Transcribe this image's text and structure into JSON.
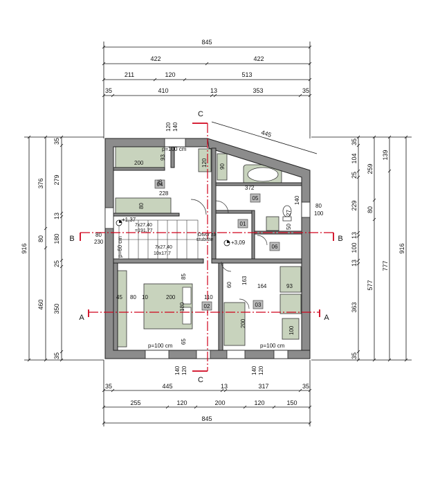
{
  "colors": {
    "wall": "#8c8c8c",
    "wall_dark": "#3a3a3a",
    "furniture": "#c8d3bd",
    "section_line": "#d0021b",
    "dim_line": "#111111"
  },
  "top_dims": {
    "overall": "845",
    "halves": [
      "422",
      "422"
    ],
    "row3": [
      "211",
      "120",
      "513"
    ],
    "row4": [
      "35",
      "410",
      "13",
      "353",
      "35"
    ]
  },
  "bottom_dims": {
    "row1": [
      "35",
      "445",
      "13",
      "317",
      "35"
    ],
    "row2": [
      "255",
      "120",
      "200",
      "120",
      "150"
    ],
    "overall": "845"
  },
  "left_dims": {
    "overall": "916",
    "col2": [
      "376",
      "80",
      "460"
    ],
    "col3": [
      "35",
      "279",
      "13",
      "180",
      "25",
      "350",
      "35"
    ]
  },
  "right_dims": {
    "overall": "916",
    "col2": [
      "139",
      "777"
    ],
    "col3": [
      "259",
      "80",
      "577"
    ],
    "col4": [
      "35",
      "104",
      "25",
      "229",
      "13",
      "100",
      "13",
      "363",
      "35"
    ]
  },
  "sections": {
    "a": "A",
    "b": "B",
    "c": "C"
  },
  "rooms": [
    "01",
    "02",
    "03",
    "04",
    "05",
    "06"
  ],
  "labels": {
    "p100_top": "p=100 cm",
    "p100_bl": "p=100 cm",
    "p100_br": "p=100 cm",
    "p60": "p=60 cm",
    "d445": "445",
    "d372": "372",
    "d200a": "200",
    "d93a": "93",
    "d26": "26",
    "d228": "228",
    "d80a": "80",
    "d120w": "120",
    "d90": "90",
    "d120top": "120",
    "d140top": "140",
    "d140r": "140",
    "d80r": "80",
    "d100r": "100",
    "d80b": "80",
    "d230": "230",
    "d50": "50",
    "d27": "27",
    "elev1": "+1,37",
    "stair1a": "7x27,40",
    "stair1b": "=191,77",
    "stair2a": "7x27,40",
    "stair2b": "10x17,7",
    "otvor1": "Otvor za",
    "otvor2": "stubište",
    "elev2": "+3,09",
    "d85": "85",
    "d45": "45",
    "d80c": "80",
    "d10": "10",
    "d200bed": "200",
    "d180": "180",
    "d110": "110",
    "d65": "65",
    "d60": "60",
    "d163": "163",
    "d164": "164",
    "d93b": "93",
    "d200c": "200",
    "d100bed": "100",
    "d140b1": "140",
    "d120b1": "120",
    "d140b2": "140",
    "d120b2": "120"
  }
}
